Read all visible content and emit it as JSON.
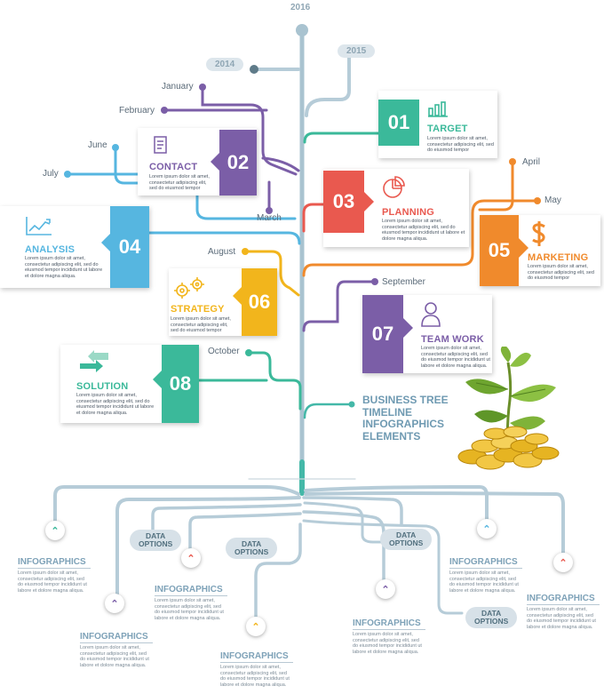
{
  "years": {
    "y2016": "2016",
    "y2015": "2015",
    "y2014": "2014"
  },
  "months": {
    "january": "January",
    "february": "February",
    "march": "March",
    "june": "June",
    "july": "July",
    "april": "April",
    "may": "May",
    "august": "August",
    "september": "September",
    "october": "October"
  },
  "cards": [
    {
      "number": "01",
      "title": "TARGET",
      "color": "#3bb99a",
      "icon": "bar-chart-icon",
      "text": "Lorem ipsum dolor sit amet, consectetur adipiscing elit, sed do eiusmod tempor"
    },
    {
      "number": "02",
      "title": "CONTACT",
      "color": "#7b5ea7",
      "icon": "document-icon",
      "text": "Lorem ipsum dolor sit amet, consectetur adipiscing elit, sed do eiusmod tempor"
    },
    {
      "number": "03",
      "title": "PLANNING",
      "color": "#e9594f",
      "icon": "pie-chart-icon",
      "text": "Lorem ipsum dolor sit amet, consectetur adipiscing elit, sed do eiusmod tempor incididunt ut labore et dolore magna aliqua."
    },
    {
      "number": "04",
      "title": "ANALYSIS",
      "color": "#56b6e0",
      "icon": "line-graph-icon",
      "text": "Lorem ipsum dolor sit amet, consectetur adipiscing elit, sed do eiusmod tempor incididunt ut labore et dolore magna aliqua."
    },
    {
      "number": "05",
      "title": "MARKETING",
      "color": "#f08a2c",
      "icon": "dollar-icon",
      "text": "Lorem ipsum dolor sit amet, consectetur adipiscing elit, sed do eiusmod tempor"
    },
    {
      "number": "06",
      "title": "STRATEGY",
      "color": "#f2b51c",
      "icon": "gears-icon",
      "text": "Lorem ipsum dolor sit amet, consectetur adipiscing elit, sed do eiusmod tempor"
    },
    {
      "number": "07",
      "title": "TEAM WORK",
      "color": "#7b5ea7",
      "icon": "person-icon",
      "text": "Lorem ipsum dolor sit amet, consectetur adipiscing elit, sed do eiusmod tempor incididunt ut labore et dolore magna aliqua."
    },
    {
      "number": "08",
      "title": "SOLUTION",
      "color": "#3bb99a",
      "icon": "arrows-icon",
      "text": "Lorem ipsum dolor sit amet, consectetur adipiscing elit, sed do eiusmod tempor incididunt ut labore et dolore magna aliqua."
    }
  ],
  "main_title": "BUSINESS TREE\nTIMELINE\nINFOGRAPHICS\nELEMENTS",
  "data_options": "DATA\nOPTIONS",
  "infographics": [
    {
      "title": "INFOGRAPHICS",
      "color": "#3bb99a",
      "text": "Lorem ipsum dolor sit amet, consectetur adipiscing elit, sed do eiusmod tempor incididunt ut labore et dolore magna aliqua."
    },
    {
      "title": "INFOGRAPHICS",
      "color": "#7b5ea7",
      "text": "Lorem ipsum dolor sit amet, consectetur adipiscing elit, sed do eiusmod tempor incididunt ut labore et dolore magna aliqua."
    },
    {
      "title": "INFOGRAPHICS",
      "color": "#e9594f",
      "text": "Lorem ipsum dolor sit amet, consectetur adipiscing elit, sed do eiusmod tempor incididunt ut labore et dolore magna aliqua."
    },
    {
      "title": "INFOGRAPHICS",
      "color": "#f2b51c",
      "text": "Lorem ipsum dolor sit amet, consectetur adipiscing elit, sed do eiusmod tempor incididunt ut labore et dolore magna aliqua."
    },
    {
      "title": "INFOGRAPHICS",
      "color": "#7b5ea7",
      "text": "Lorem ipsum dolor sit amet, consectetur adipiscing elit, sed do eiusmod tempor incididunt ut labore et dolore magna aliqua."
    },
    {
      "title": "INFOGRAPHICS",
      "color": "#56b6e0",
      "text": "Lorem ipsum dolor sit amet, consectetur adipiscing elit, sed do eiusmod tempor incididunt ut labore et dolore magna aliqua."
    },
    {
      "title": "INFOGRAPHICS",
      "color": "#e9594f",
      "text": "Lorem ipsum dolor sit amet, consectetur adipiscing elit, sed do eiusmod tempor incididunt ut labore et dolore magna aliqua."
    }
  ],
  "colors": {
    "trunk": "#a9c3d0",
    "green": "#3bb99a",
    "purple": "#7b5ea7",
    "red": "#e9594f",
    "blue": "#56b6e0",
    "orange": "#f08a2c",
    "yellow": "#f2b51c",
    "teal": "#44b8a8"
  }
}
